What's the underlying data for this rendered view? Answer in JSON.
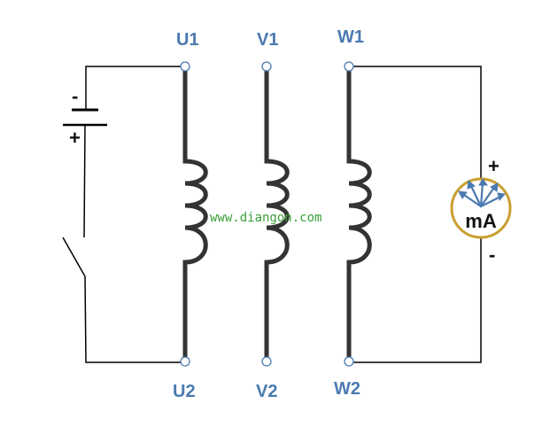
{
  "terminals": {
    "u1": "U1",
    "v1": "V1",
    "w1": "W1",
    "u2": "U2",
    "v2": "V2",
    "w2": "W2"
  },
  "battery": {
    "neg": "-",
    "pos": "+"
  },
  "meter": {
    "label": "mA",
    "pos": "+",
    "neg": "-"
  },
  "watermark": "www.diangon.com",
  "colors": {
    "label": "#4a7ab0",
    "wire": "#000000",
    "coil": "#333333",
    "meter_ring": "#c8a030",
    "meter_arrows": "#4a7ab0",
    "watermark": "#3aa03a"
  }
}
